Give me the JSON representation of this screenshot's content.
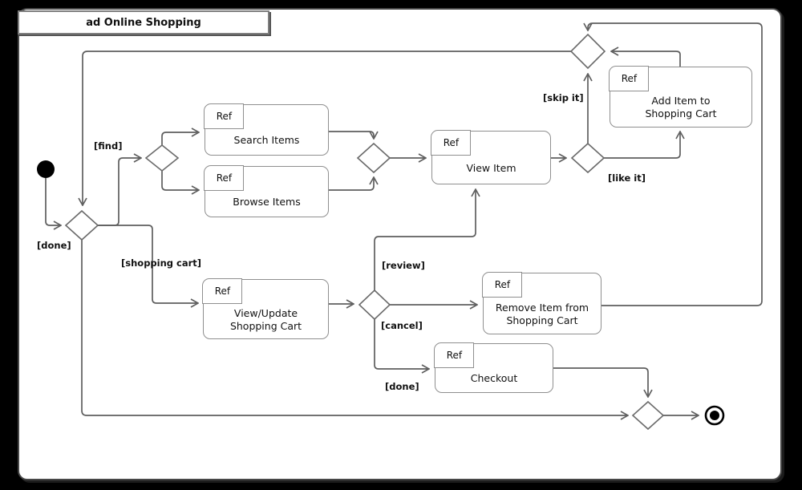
{
  "title": "ad Online Shopping",
  "ref_label": "Ref",
  "activities": {
    "search_items": {
      "label": "Search Items"
    },
    "browse_items": {
      "label": "Browse Items"
    },
    "view_item": {
      "label": "View Item"
    },
    "add_item": {
      "line1": "Add Item to",
      "line2": "Shopping Cart"
    },
    "view_update": {
      "line1": "View/Update",
      "line2": "Shopping Cart"
    },
    "remove_item": {
      "line1": "Remove Item from",
      "line2": "Shopping Cart"
    },
    "checkout": {
      "label": "Checkout"
    }
  },
  "guards": {
    "find": "[find]",
    "done_main": "[done]",
    "shopping_cart": "[shopping cart]",
    "review": "[review]",
    "cancel": "[cancel]",
    "done_checkout": "[done]",
    "skip_it": "[skip it]",
    "like_it": "[like it]"
  },
  "icons": {
    "initial_node": "filled-circle-start",
    "final_node": "bullseye-activity-final",
    "decision_merge": "diamond"
  },
  "colors": {
    "background": "#000000",
    "page": "#ffffff",
    "line": "#5f5f5f",
    "box_border": "#8f8f8f",
    "diamond_border": "#6a6a6a",
    "node": "#000000",
    "text": "#111111",
    "title_border": "#7f7f7f"
  }
}
